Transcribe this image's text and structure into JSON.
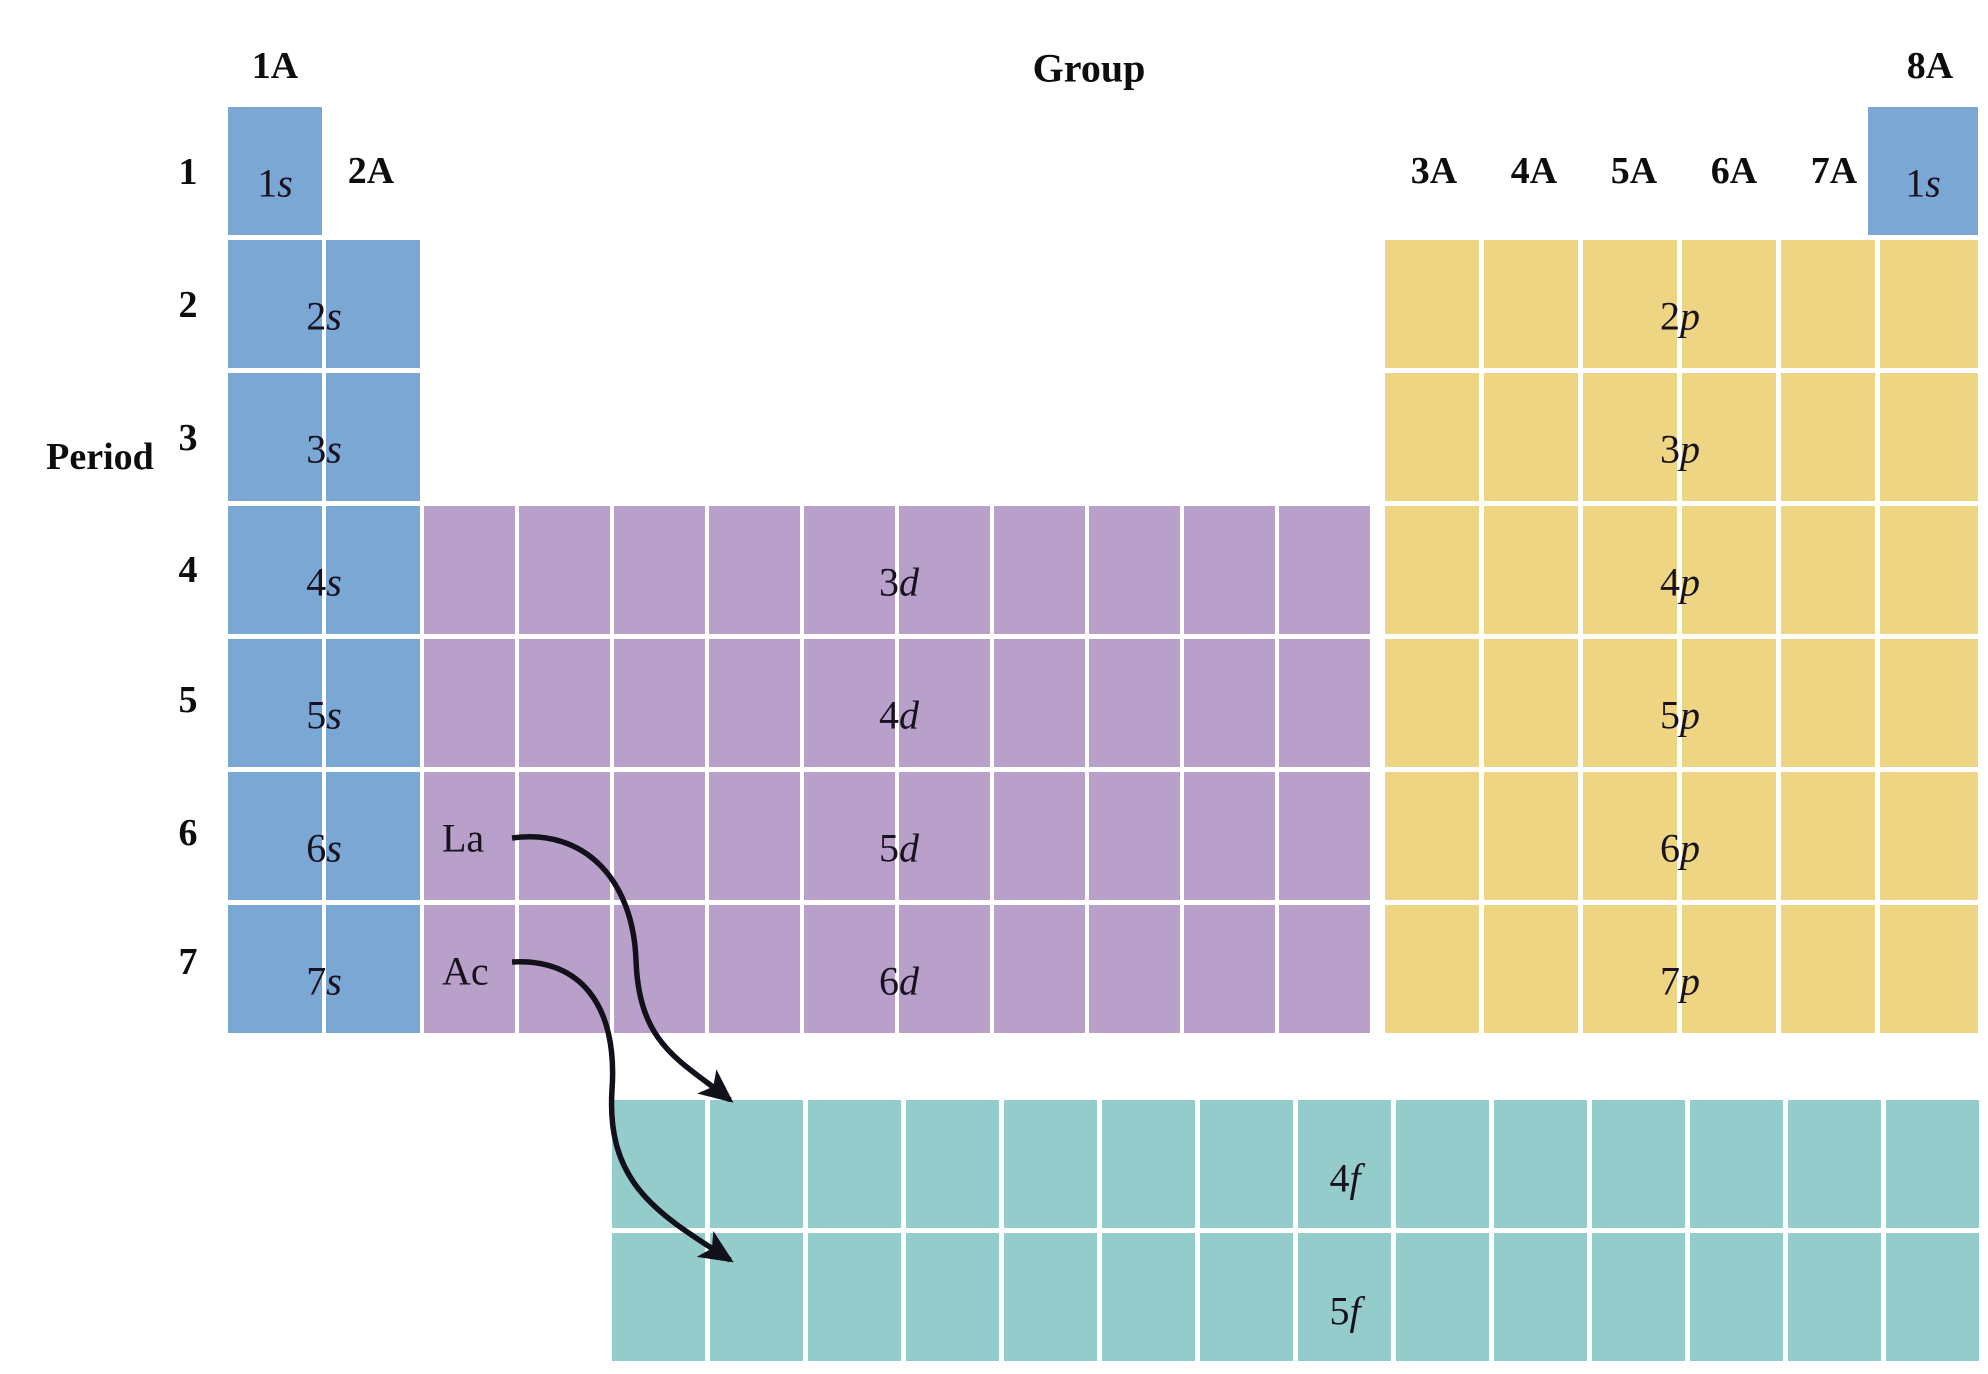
{
  "figure": {
    "title_group": "Group",
    "title_period": "Period"
  },
  "group_labels": [
    {
      "text": "1A"
    },
    {
      "text": "2A"
    },
    {
      "text": "3A"
    },
    {
      "text": "4A"
    },
    {
      "text": "5A"
    },
    {
      "text": "6A"
    },
    {
      "text": "7A"
    },
    {
      "text": "8A"
    }
  ],
  "period_labels": [
    {
      "text": "1"
    },
    {
      "text": "2"
    },
    {
      "text": "3"
    },
    {
      "text": "4"
    },
    {
      "text": "5"
    },
    {
      "text": "6"
    },
    {
      "text": "7"
    }
  ],
  "blocks": {
    "s": {
      "name": "s-block",
      "color": "#7BA7D4",
      "columns": 2,
      "orbitals": [
        "1s",
        "2s",
        "3s",
        "4s",
        "5s",
        "6s",
        "7s"
      ]
    },
    "p": {
      "name": "p-block",
      "color": "#EDD583",
      "columns": 6,
      "orbitals": [
        "2p",
        "3p",
        "4p",
        "5p",
        "6p",
        "7p"
      ],
      "helium_orbital": "1s"
    },
    "d": {
      "name": "d-block",
      "color": "#B9A0CB",
      "columns": 10,
      "orbitals": [
        "3d",
        "4d",
        "5d",
        "6d"
      ]
    },
    "f": {
      "name": "f-block",
      "color": "#93CCCA",
      "columns": 14,
      "orbitals": [
        "4f",
        "5f"
      ]
    }
  },
  "orbital_labels": {
    "s1": {
      "n": "1",
      "l": "s"
    },
    "s2": {
      "n": "2",
      "l": "s"
    },
    "s3": {
      "n": "3",
      "l": "s"
    },
    "s4": {
      "n": "4",
      "l": "s"
    },
    "s5": {
      "n": "5",
      "l": "s"
    },
    "s6": {
      "n": "6",
      "l": "s"
    },
    "s7": {
      "n": "7",
      "l": "s"
    },
    "he": {
      "n": "1",
      "l": "s"
    },
    "p2": {
      "n": "2",
      "l": "p"
    },
    "p3": {
      "n": "3",
      "l": "p"
    },
    "p4": {
      "n": "4",
      "l": "p"
    },
    "p5": {
      "n": "5",
      "l": "p"
    },
    "p6": {
      "n": "6",
      "l": "p"
    },
    "p7": {
      "n": "7",
      "l": "p"
    },
    "d3": {
      "n": "3",
      "l": "d"
    },
    "d4": {
      "n": "4",
      "l": "d"
    },
    "d5": {
      "n": "5",
      "l": "d"
    },
    "d6": {
      "n": "6",
      "l": "d"
    },
    "f4": {
      "n": "4",
      "l": "f"
    },
    "f5": {
      "n": "5",
      "l": "f"
    }
  },
  "element_symbols": {
    "lanthanum": "La",
    "actinium": "Ac"
  },
  "annotations": {
    "lanthanum_arrow": "arrow from La to the 4f row",
    "actinium_arrow": "arrow from Ac to the 5f row"
  },
  "colors": {
    "s_block": "#7BA7D4",
    "p_block": "#EDD583",
    "d_block": "#B9A0CB",
    "f_block": "#93CCCA",
    "text": "#18121f",
    "background": "#ffffff"
  }
}
